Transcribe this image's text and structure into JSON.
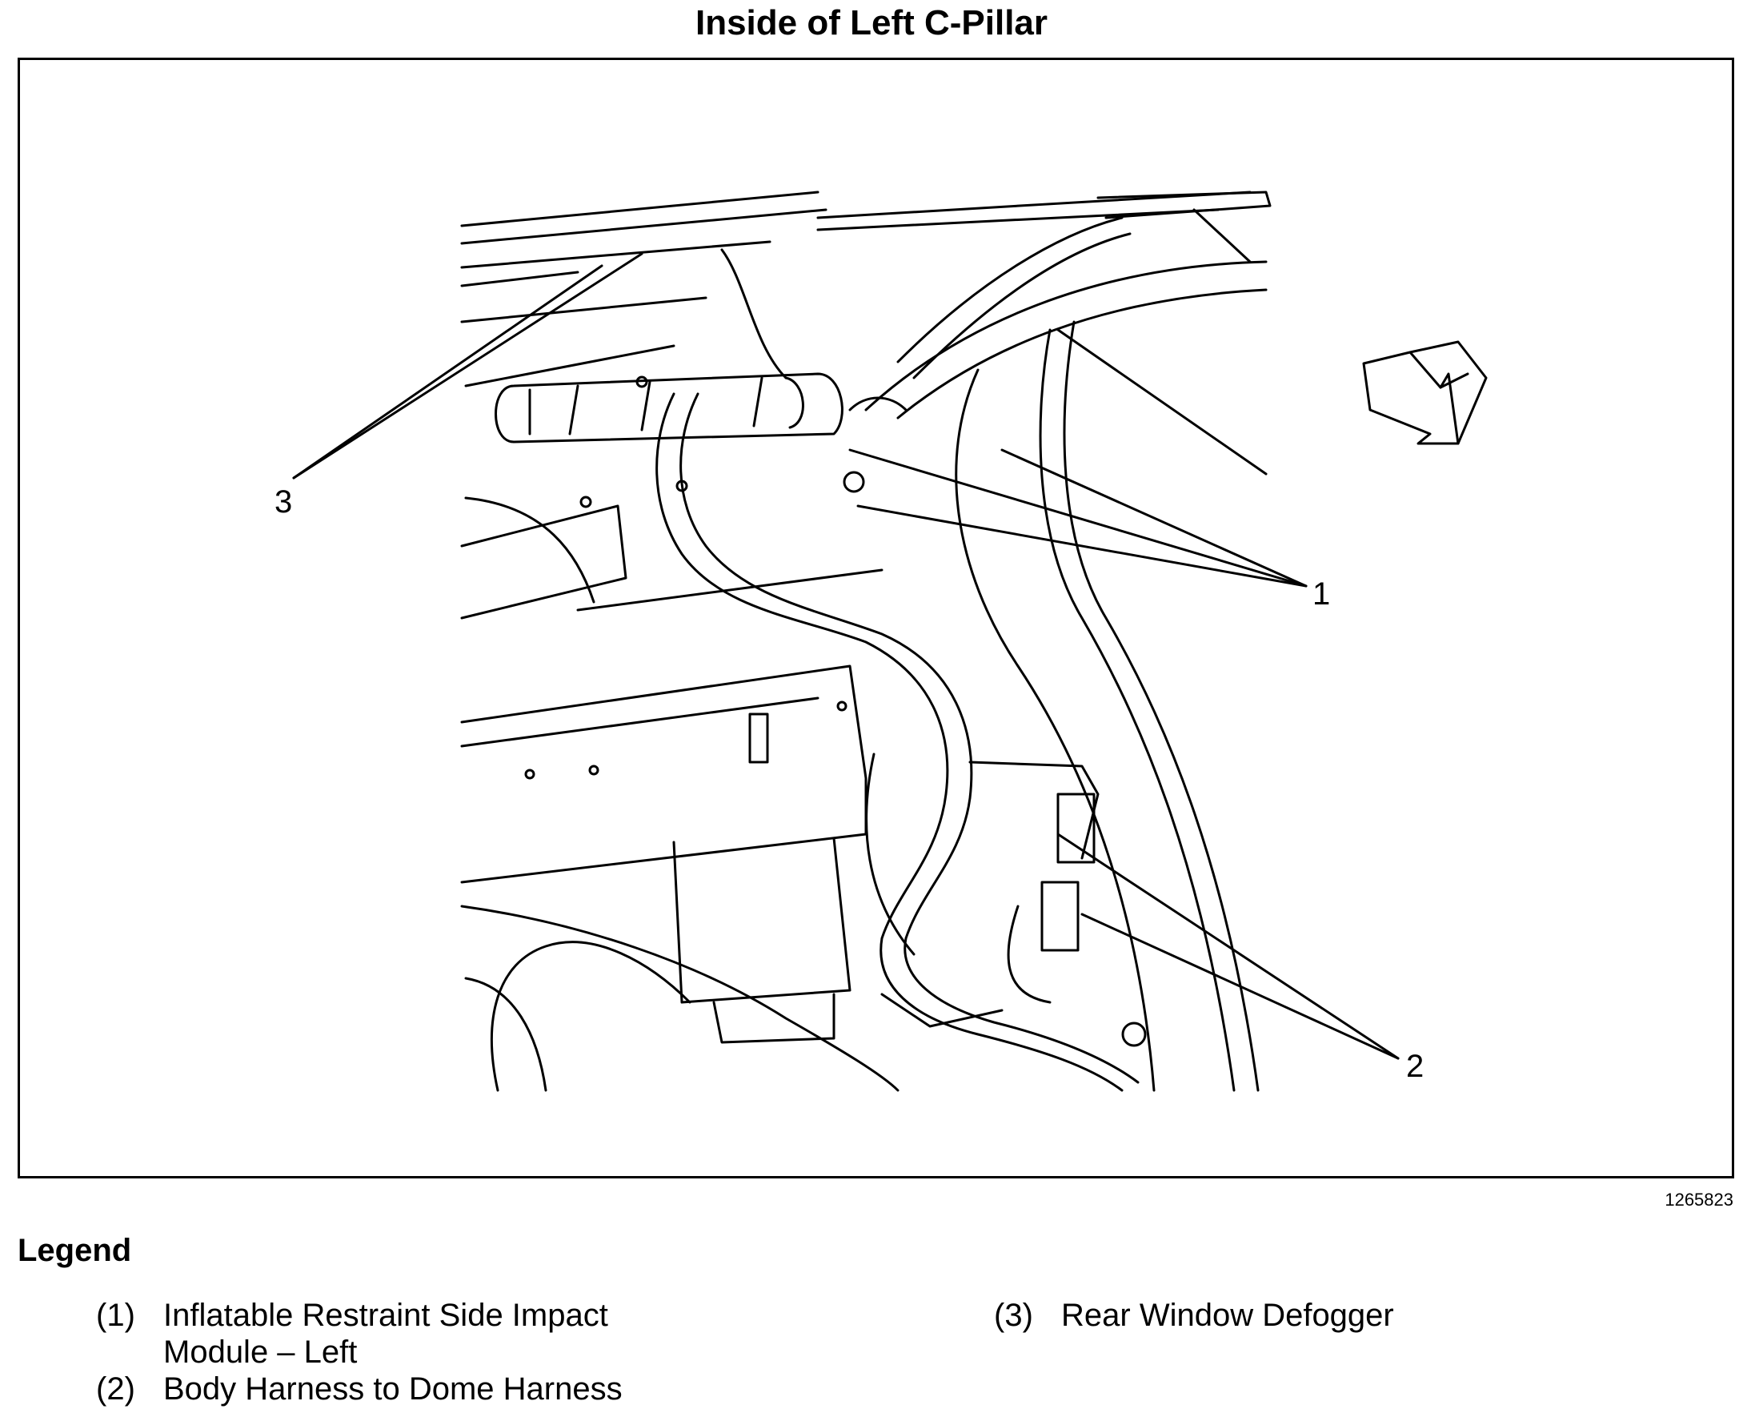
{
  "diagram": {
    "title": "Inside of Left C-Pillar",
    "figure_id": "1265823",
    "callouts": [
      {
        "id": "1",
        "label": "1"
      },
      {
        "id": "2",
        "label": "2"
      },
      {
        "id": "3",
        "label": "3"
      }
    ],
    "icons": {
      "direction_arrow": "front-direction-arrow-icon"
    }
  },
  "legend": {
    "title": "Legend",
    "items": [
      {
        "number": "(1)",
        "text": "Inflatable Restraint Side Impact Module – Left"
      },
      {
        "number": "(2)",
        "text": "Body Harness to Dome Harness"
      },
      {
        "number": "(3)",
        "text": "Rear Window Defogger"
      }
    ]
  }
}
